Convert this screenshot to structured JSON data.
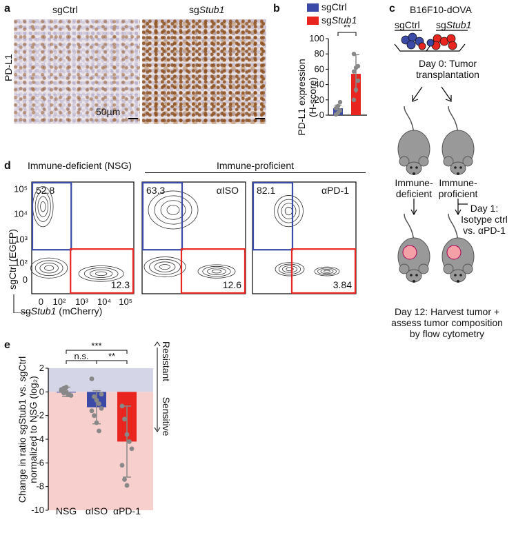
{
  "panel_a": {
    "letter": "a",
    "row_label": "PD-L1",
    "col1_title": "sgCtrl",
    "col2_title_prefix": "sg",
    "col2_title_italic": "Stub1",
    "scale_bar": "50µm"
  },
  "panel_b": {
    "letter": "b",
    "legend": [
      {
        "prefix": "sg",
        "label": "Ctrl",
        "italic": false,
        "color": "#3a4aa6"
      },
      {
        "prefix": "sg",
        "label": "Stub1",
        "italic": true,
        "color": "#e8261f"
      }
    ],
    "significance": "**",
    "ylabel_line1": "PD-L1 expression",
    "ylabel_line2": "(H-score)"
  },
  "panel_c": {
    "letter": "c",
    "cell_line": "B16F10-dOVA",
    "left_label": "sgCtrl",
    "right_label_prefix": "sg",
    "right_label_italic": "Stub1",
    "day0_line1": "Day 0: Tumor",
    "day0_line2": "transplantation",
    "deficient_line1": "Immune-",
    "deficient_line2": "deficient",
    "proficient_line1": "Immune-",
    "proficient_line2": "proficient",
    "day1_line1": "Day 1:",
    "day1_line2": "Isotype ctrl",
    "day1_line3": "vs. αPD-1",
    "day12_line1": "Day 12: Harvest tumor +",
    "day12_line2": "assess tumor composition",
    "day12_line3": "by flow cytometry"
  },
  "panel_d": {
    "letter": "d",
    "group_deficient": "Immune-deficient (NSG)",
    "group_proficient": "Immune-proficient",
    "ylabel": "sgCtrl (EGFP)",
    "xlabel_prefix": "sg",
    "xlabel_italic": "Stub1",
    "xlabel_suffix": " (mCherry)",
    "y_ticks": [
      "10⁵",
      "10⁴",
      "10³",
      "10²",
      "0"
    ],
    "x_ticks": [
      "0",
      "10²",
      "10³",
      "10⁴",
      "10⁵"
    ],
    "plots": [
      {
        "title": "",
        "top_pct": "52.8",
        "bottom_pct": "12.3"
      },
      {
        "title": "αISO",
        "top_pct": "63.3",
        "bottom_pct": "12.6"
      },
      {
        "title": "αPD-1",
        "top_pct": "82.1",
        "bottom_pct": "3.84"
      }
    ],
    "gate_colors": {
      "top": "#3a4aa6",
      "bottom": "#e8261f"
    }
  },
  "panel_e": {
    "letter": "e",
    "sig_top": "***",
    "sig_left": "n.s.",
    "sig_right": "**",
    "ylabel_line1": "Change in ratio sgStub1 vs. sgCtrl",
    "ylabel_line2": "normalized to NSG (log₂)",
    "resistant": "Resistant",
    "sensitive": "Sensitive",
    "resistant_color": "#d4d6e8",
    "sensitive_color": "#f7cfcc"
  },
  "chart_data": [
    {
      "type": "bar",
      "title": "",
      "xlabel": "",
      "ylabel": "PD-L1 expression (H-score)",
      "categories": [
        "sgCtrl",
        "sgStub1"
      ],
      "values": [
        9,
        54
      ],
      "errors": [
        4,
        25
      ],
      "points": [
        [
          1,
          3,
          6,
          9,
          12,
          17
        ],
        [
          20,
          33,
          45,
          57,
          62,
          64,
          80
        ]
      ],
      "colors": [
        "#3a4aa6",
        "#e8261f"
      ],
      "ylim": [
        0,
        100
      ],
      "yticks": [
        0,
        20,
        40,
        60,
        80,
        100
      ],
      "legend": "top"
    },
    {
      "type": "bar",
      "title": "",
      "xlabel": "",
      "ylabel": "Change in ratio sgStub1 vs. sgCtrl normalized to NSG (log2)",
      "categories": [
        "NSG",
        "αISO",
        "αPD-1"
      ],
      "values": [
        0,
        -1.3,
        -4.2
      ],
      "errors": [
        0.4,
        1.4,
        3.0
      ],
      "points": [
        [
          0.1,
          0.3,
          0,
          -0.2,
          -0.3,
          0.2,
          -0.1,
          0.4
        ],
        [
          1.1,
          -0.4,
          -0.7,
          -1.0,
          -1.4,
          -1.6,
          -2.0,
          -2.6,
          -3.3,
          -0.2
        ],
        [
          -1.2,
          -2.3,
          -3.6,
          -4.2,
          -4.8,
          -6.2,
          -7.4,
          -7.9
        ]
      ],
      "colors": [
        "#3a4aa6",
        "#3a4aa6",
        "#e8261f"
      ],
      "ylim": [
        -10,
        2
      ],
      "yticks": [
        2,
        0,
        -2,
        -4,
        -6,
        -8,
        -10
      ],
      "grid": false
    }
  ]
}
